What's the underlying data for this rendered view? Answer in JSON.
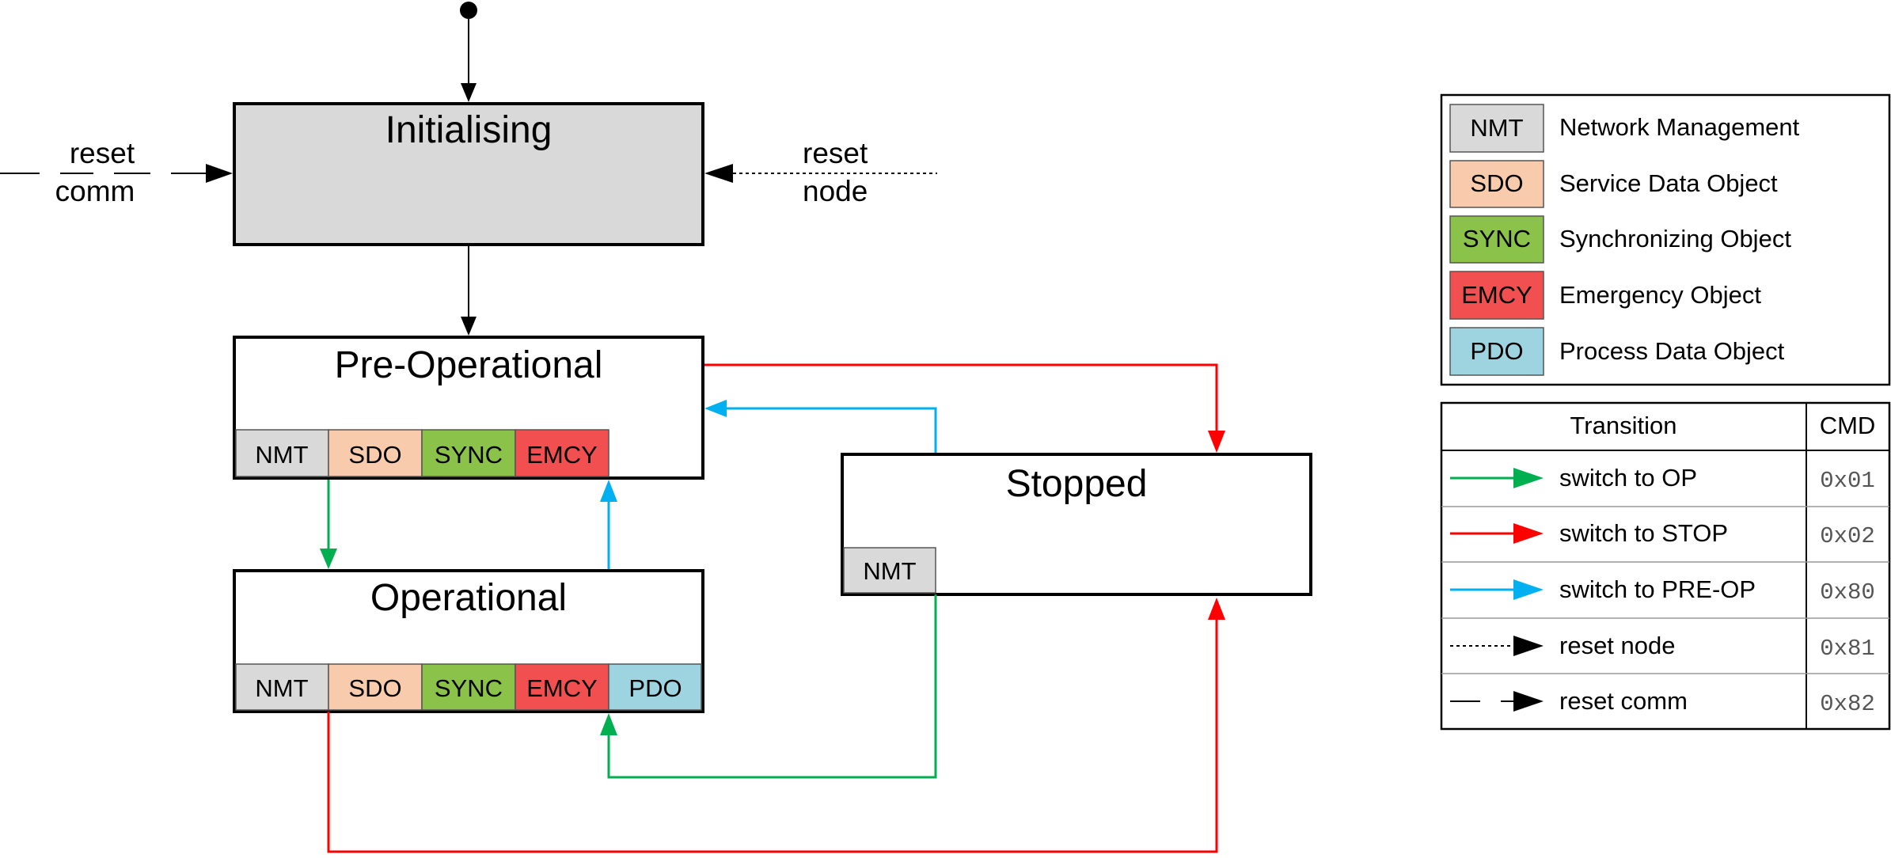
{
  "colors": {
    "nmt": "#d9d9d9",
    "sdo": "#f8cbad",
    "sync": "#8bc34a",
    "emcy": "#f25050",
    "pdo": "#9ed3e0",
    "state_init_fill": "#d9d9d9",
    "green": "#00b050",
    "red": "#ff0000",
    "blue": "#00b0f0",
    "black": "#000000"
  },
  "states": {
    "initialising": {
      "label": "Initialising"
    },
    "preop": {
      "label": "Pre-Operational",
      "objects": [
        "NMT",
        "SDO",
        "SYNC",
        "EMCY"
      ]
    },
    "operational": {
      "label": "Operational",
      "objects": [
        "NMT",
        "SDO",
        "SYNC",
        "EMCY",
        "PDO"
      ]
    },
    "stopped": {
      "label": "Stopped",
      "objects": [
        "NMT"
      ]
    }
  },
  "external_labels": {
    "reset_comm_top": "reset",
    "reset_comm_bottom": "comm",
    "reset_node_top": "reset",
    "reset_node_bottom": "node"
  },
  "object_legend": [
    {
      "abbr": "NMT",
      "name": "Network Management",
      "color_key": "nmt"
    },
    {
      "abbr": "SDO",
      "name": "Service Data Object",
      "color_key": "sdo"
    },
    {
      "abbr": "SYNC",
      "name": "Synchronizing Object",
      "color_key": "sync"
    },
    {
      "abbr": "EMCY",
      "name": "Emergency Object",
      "color_key": "emcy"
    },
    {
      "abbr": "PDO",
      "name": "Process Data Object",
      "color_key": "pdo"
    }
  ],
  "transition_table": {
    "header_transition": "Transition",
    "header_cmd": "CMD",
    "rows": [
      {
        "name": "switch to OP",
        "cmd": "0x01",
        "style": "green"
      },
      {
        "name": "switch to STOP",
        "cmd": "0x02",
        "style": "red"
      },
      {
        "name": "switch to PRE-OP",
        "cmd": "0x80",
        "style": "blue"
      },
      {
        "name": "reset node",
        "cmd": "0x81",
        "style": "dotted"
      },
      {
        "name": "reset comm",
        "cmd": "0x82",
        "style": "dashed"
      }
    ]
  }
}
